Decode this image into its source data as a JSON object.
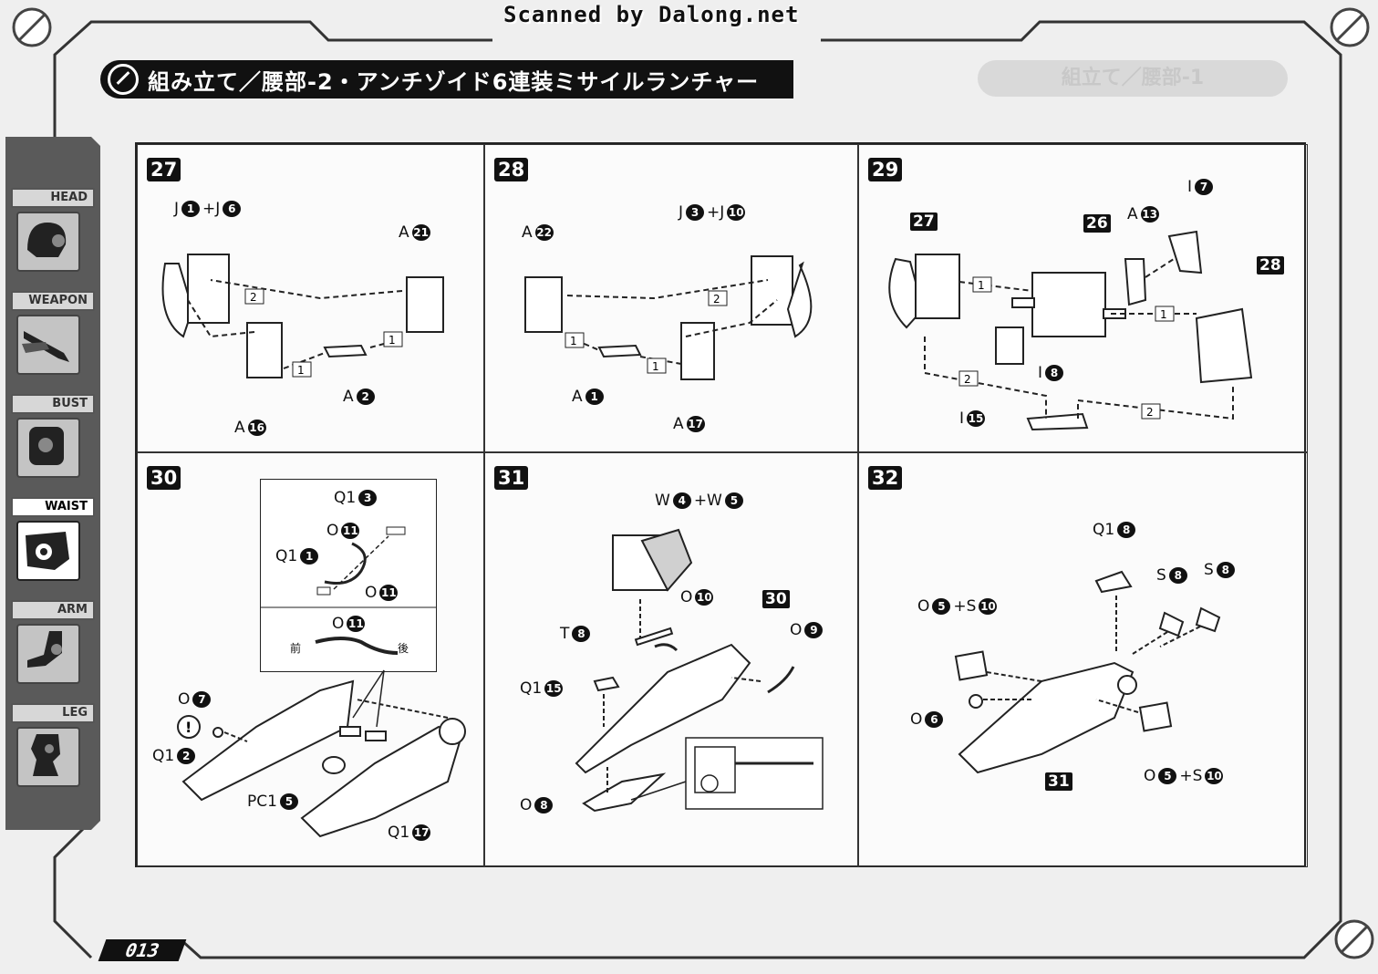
{
  "banner": "Scanned by Dalong.net",
  "header": {
    "title": "組み立て／腰部-2・アンチゾイド6連装ミサイルランチャー",
    "ghost_title": "組立て／腰部-1"
  },
  "nav": [
    {
      "label": "HEAD",
      "icon": "head-icon",
      "active": false
    },
    {
      "label": "WEAPON",
      "icon": "weapon-icon",
      "active": false
    },
    {
      "label": "BUST",
      "icon": "bust-icon",
      "active": false
    },
    {
      "label": "WAIST",
      "icon": "waist-icon",
      "active": true
    },
    {
      "label": "ARM",
      "icon": "arm-icon",
      "active": false
    },
    {
      "label": "LEG",
      "icon": "leg-icon",
      "active": false
    }
  ],
  "steps": {
    "s27": {
      "num": "27",
      "labels": {
        "top": [
          "J",
          "1",
          "+J",
          "6"
        ],
        "a21": [
          "A",
          "21"
        ],
        "a2": [
          "A",
          "2"
        ],
        "a16": [
          "A",
          "16"
        ]
      },
      "arrows": [
        "2",
        "1",
        "1"
      ]
    },
    "s28": {
      "num": "28",
      "labels": {
        "top": [
          "J",
          "3",
          "+J",
          "10"
        ],
        "a22": [
          "A",
          "22"
        ],
        "a1": [
          "A",
          "1"
        ],
        "a17": [
          "A",
          "17"
        ]
      },
      "arrows": [
        "2",
        "1",
        "1"
      ]
    },
    "s29": {
      "num": "29",
      "labels": {
        "r27": "27",
        "r26": "26",
        "r28": "28",
        "a13": [
          "A",
          "13"
        ],
        "i7": [
          "I",
          "7"
        ],
        "i8": [
          "I",
          "8"
        ],
        "i15": [
          "I",
          "15"
        ]
      },
      "arrows": [
        "1",
        "1",
        "2",
        "2"
      ]
    },
    "s30": {
      "num": "30",
      "labels": {
        "q13": [
          "Q1",
          "3"
        ],
        "o11a": [
          "O",
          "11"
        ],
        "q11": [
          "Q1",
          "1"
        ],
        "o11b": [
          "O",
          "11"
        ],
        "o11c": [
          "O",
          "11"
        ],
        "front": "前",
        "back": "後",
        "o7": [
          "O",
          "7"
        ],
        "q12": [
          "Q1",
          "2"
        ],
        "pc15": [
          "PC1",
          "5"
        ],
        "q117": [
          "Q1",
          "17"
        ]
      }
    },
    "s31": {
      "num": "31",
      "labels": {
        "w": [
          "W",
          "4",
          "+W",
          "5"
        ],
        "o10": [
          "O",
          "10"
        ],
        "r30": "30",
        "t8": [
          "T",
          "8"
        ],
        "o9": [
          "O",
          "9"
        ],
        "q115": [
          "Q1",
          "15"
        ],
        "o8": [
          "O",
          "8"
        ]
      }
    },
    "s32": {
      "num": "32",
      "labels": {
        "q18": [
          "Q1",
          "8"
        ],
        "s8a": [
          "S",
          "8"
        ],
        "s8b": [
          "S",
          "8"
        ],
        "os_top": [
          "O",
          "5",
          "+S",
          "10"
        ],
        "o6": [
          "O",
          "6"
        ],
        "os_bot": [
          "O",
          "5",
          "+S",
          "10"
        ],
        "r31": "31"
      }
    }
  },
  "page_number": "013"
}
